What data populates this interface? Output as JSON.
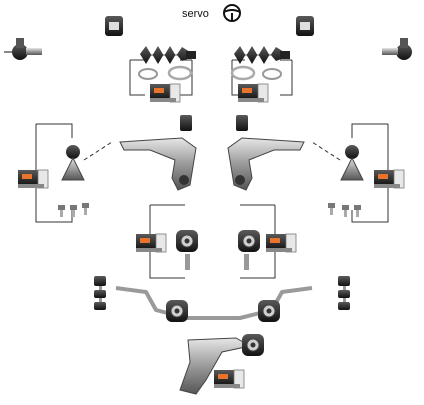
{
  "header": {
    "servo_label": "servo",
    "servo_icon": "steering-wheel-icon"
  },
  "colors": {
    "part_dark": "#2b2b2b",
    "part_mid": "#6a6a6a",
    "part_light": "#b9b9b9",
    "box_accent": "#e8732a",
    "bracket_line": "#333333"
  },
  "parts": [
    "tie-rod-end",
    "stabilizer-bush",
    "steering-boot",
    "ball-joint",
    "control-arm",
    "control-arm-bush",
    "stabilizer-link",
    "stabilizer-bar"
  ]
}
